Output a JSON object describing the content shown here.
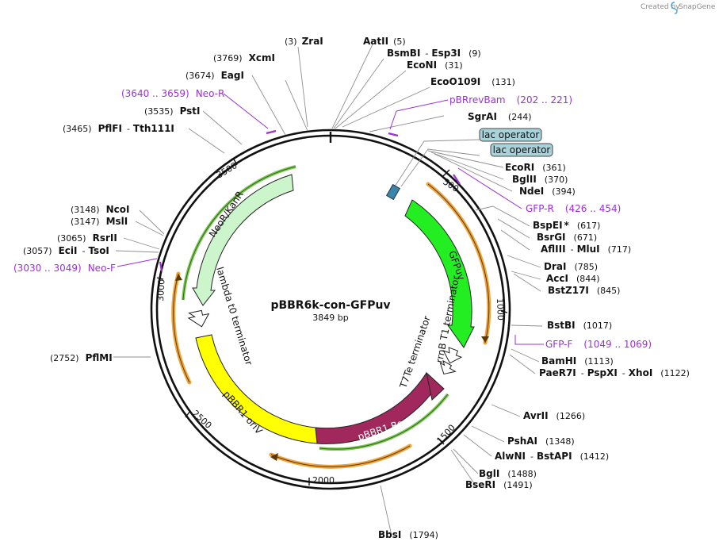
{
  "plasmid": {
    "name": "pBBR6k-con-GFPuv",
    "length_label": "3849 bp",
    "length": 3849
  },
  "watermark": {
    "text": "Created by",
    "brand": "SnapGene"
  },
  "ticks": [
    "500",
    "1000",
    "1500",
    "2000",
    "2500",
    "3000",
    "3500"
  ],
  "sites_right": [
    {
      "name": "AatII",
      "pos": "(5)"
    },
    {
      "name": "BsmBI",
      "sep": "-",
      "name2": "Esp3I",
      "pos": "(9)"
    },
    {
      "name": "EcoNI",
      "pos": "(31)"
    },
    {
      "name": "EcoO109I",
      "pos": "(131)"
    },
    {
      "name": "SgrAI",
      "pos": "(244)"
    },
    {
      "name": "EcoRI",
      "pos": "(361)"
    },
    {
      "name": "BglII",
      "pos": "(370)"
    },
    {
      "name": "NdeI",
      "pos": "(394)"
    },
    {
      "name": "BspEI",
      "star": "*",
      "pos": "(617)"
    },
    {
      "name": "BsrGI",
      "pos": "(671)"
    },
    {
      "name": "AflIII",
      "sep": "-",
      "name2": "MluI",
      "pos": "(717)"
    },
    {
      "name": "DraI",
      "pos": "(785)"
    },
    {
      "name": "AccI",
      "pos": "(844)"
    },
    {
      "name": "BstZ17I",
      "pos": "(845)"
    },
    {
      "name": "BstBI",
      "pos": "(1017)"
    },
    {
      "name": "BamHI",
      "pos": "(1113)"
    },
    {
      "name": "PaeR7I",
      "sep": "-",
      "name2": "PspXI",
      "sep2": "-",
      "name3": "XhoI",
      "pos": "(1122)"
    },
    {
      "name": "AvrII",
      "pos": "(1266)"
    },
    {
      "name": "PshAI",
      "pos": "(1348)"
    },
    {
      "name": "AlwNI",
      "sep": "-",
      "name2": "BstAPI",
      "pos": "(1412)"
    },
    {
      "name": "BglI",
      "pos": "(1488)"
    },
    {
      "name": "BseRI",
      "pos": "(1491)"
    },
    {
      "name": "BbsI",
      "pos": "(1794)"
    }
  ],
  "sites_left": [
    {
      "name": "ZraI",
      "pos": "(3)"
    },
    {
      "name": "XcmI",
      "pos": "(3769)"
    },
    {
      "name": "EagI",
      "pos": "(3674)"
    },
    {
      "name": "PstI",
      "pos": "(3535)"
    },
    {
      "name": "PflFI",
      "sep": "-",
      "name2": "Tth111I",
      "pos": "(3465)"
    },
    {
      "name": "NcoI",
      "pos": "(3148)"
    },
    {
      "name": "MslI",
      "pos": "(3147)"
    },
    {
      "name": "RsrII",
      "pos": "(3065)"
    },
    {
      "name": "EciI",
      "sep": "-",
      "name2": "TsoI",
      "pos": "(3057)"
    },
    {
      "name": "PflMI",
      "pos": "(2752)"
    }
  ],
  "primers": [
    {
      "name": "pBRrevBam",
      "range": "(202 .. 221)"
    },
    {
      "name": "GFP-R",
      "range": "(426 .. 454)"
    },
    {
      "name": "GFP-F",
      "range": "(1049 .. 1069)"
    },
    {
      "name": "Neo-R",
      "range": "(3640 .. 3659)"
    },
    {
      "name": "Neo-F",
      "range": "(3030 .. 3049)"
    }
  ],
  "boxed_features": [
    {
      "name": "lac operator"
    },
    {
      "name": "lac operator"
    }
  ],
  "features": [
    {
      "name": "GFPuv",
      "color": "#22ee22"
    },
    {
      "name": "rrnB T1 terminator"
    },
    {
      "name": "T7Te terminator"
    },
    {
      "name": "pBBR1 Rep",
      "color": "#a0285c"
    },
    {
      "name": "pBBR1 oriV",
      "color": "#ffff00"
    },
    {
      "name": "lambda t0 terminator"
    },
    {
      "name": "NeoR/KanR",
      "color": "#ccf5cc"
    }
  ],
  "colors": {
    "primer": "#9b30d6",
    "orf": "#f0a43c",
    "orf_inner": "#6ab04c",
    "lac_box": "#a9d3db"
  }
}
